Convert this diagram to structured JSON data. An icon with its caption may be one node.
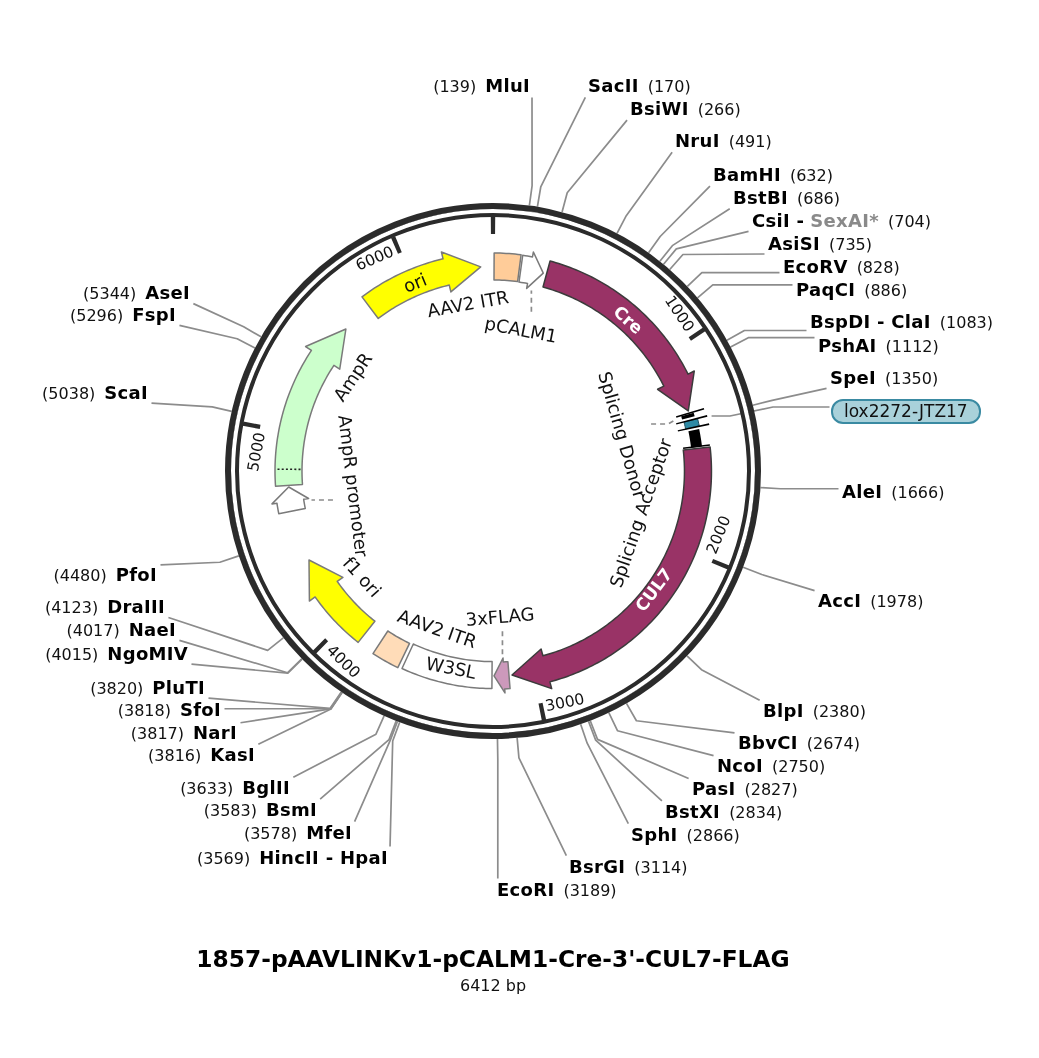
{
  "diagram": {
    "title": "1857-pAAVLINKv1-pCALM1-Cre-3'-CUL7-FLAG",
    "nodes": [
      {
        "text": [],
        "shape": "circle"
      },
      {
        "text": [],
        "shape": "box",
        "in": 0,
        "beside": [
          "AAV2 ITR"
        ]
      },
      {
        "text": [],
        "shape": "arrow",
        "in": 0
      },
      {
        "text": [
          "pCALM1"
        ],
        "in": 0
      },
      {
        "text": [
          "Cre"
        ],
        "in": 0
      },
      {
        "text": [],
        "shape": "bar",
        "in": 0
      },
      {
        "text": [
          "Splicing Donor"
        ],
        "in": 0
      },
      {
        "text": [],
        "shape": "bar",
        "in": 0
      },
      {
        "text": [
          "lox2272-JTZ17"
        ]
      },
      {
        "text": [],
        "shape": "bar",
        "in": 0
      },
      {
        "text": [
          "CUL7"
        ],
        "in": 0
      },
      {
        "text": [],
        "shape": "arrow",
        "in": 0
      },
      {
        "text": [
          "3xFLAG"
        ],
        "in": 0
      },
      {
        "text": [
          "W3SL"
        ],
        "in": 0
      },
      {
        "text": [],
        "shape": "box",
        "in": 0,
        "beside": [
          "AAV2 ITR"
        ]
      },
      {
        "text": [],
        "shape": "arrow",
        "in": 0,
        "beside": [
          "f1 ori"
        ]
      },
      {
        "text": [],
        "shape": "arrow",
        "in": 0
      },
      {
        "text": [
          "AmpR promoter"
        ],
        "in": 0
      },
      {
        "text": [],
        "shape": "arrow",
        "in": 0,
        "beside": [
          "AmpR"
        ]
      },
      {
        "text": [
          "ori"
        ],
        "in": 0
      },
      {
        "text": [
          "(139)",
          "MluI"
        ]
      },
      {
        "text": [
          "SacII",
          "(170)"
        ]
      },
      {
        "text": [
          "BsiWI",
          "(266)"
        ]
      },
      {
        "text": [
          "NruI",
          "(491)"
        ]
      },
      {
        "text": [
          "BamHI",
          "(632)"
        ]
      },
      {
        "text": [
          "BstBI",
          "(686)"
        ]
      },
      {
        "text": [
          "CsiI -",
          "SexAI*",
          "(704)"
        ]
      },
      {
        "text": [
          "AsiSI",
          "(735)"
        ]
      },
      {
        "text": [
          "EcoRV",
          "(828)"
        ]
      },
      {
        "text": [
          "PaqCI",
          "(886)"
        ]
      },
      {
        "text": [
          "BspDI - ClaI",
          "(1083)"
        ]
      },
      {
        "text": [
          "PshAI",
          "(1112)"
        ]
      },
      {
        "text": [
          "SpeI",
          "(1350)"
        ]
      },
      {
        "text": [
          "AleI",
          "(1666)"
        ]
      },
      {
        "text": [
          "AccI",
          "(1978)"
        ]
      },
      {
        "text": [
          "BlpI",
          "(2380)"
        ]
      },
      {
        "text": [
          "BbvCI",
          "(2674)"
        ]
      },
      {
        "text": [
          "NcoI",
          "(2750)"
        ]
      },
      {
        "text": [
          "PasI",
          "(2827)"
        ]
      },
      {
        "text": [
          "BstXI",
          "(2834)"
        ]
      },
      {
        "text": [
          "SphI",
          "(2866)"
        ]
      },
      {
        "text": [
          "BsrGI",
          "(3114)"
        ]
      },
      {
        "text": [
          "EcoRI",
          "(3189)"
        ]
      },
      {
        "text": [
          "(3569)",
          "HincII - HpaI"
        ]
      },
      {
        "text": [
          "(3578)",
          "MfeI"
        ]
      },
      {
        "text": [
          "(3583)",
          "BsmI"
        ]
      },
      {
        "text": [
          "(3633)",
          "BglII"
        ]
      },
      {
        "text": [
          "(3816)",
          "KasI"
        ]
      },
      {
        "text": [
          "(3817)",
          "NarI"
        ]
      },
      {
        "text": [
          "(3818)",
          "SfoI"
        ]
      },
      {
        "text": [
          "(3820)",
          "PluTI"
        ]
      },
      {
        "text": [
          "(4015)",
          "NgoMIV"
        ]
      },
      {
        "text": [
          "(4017)",
          "NaeI"
        ]
      },
      {
        "text": [
          "(4123)",
          "DraIII"
        ]
      },
      {
        "text": [
          "(4480)",
          "PfoI"
        ]
      },
      {
        "text": [
          "(5038)",
          "ScaI"
        ]
      },
      {
        "text": [
          "(5296)",
          "FspI"
        ]
      },
      {
        "text": [
          "(5344)",
          "AseI"
        ]
      }
    ],
    "edges": [
      {
        "from": 3,
        "to": 2,
        "arrow": "none",
        "style": "dashed"
      },
      {
        "from": 6,
        "to": 5,
        "arrow": "none",
        "style": "dashed"
      },
      {
        "from": 8,
        "to": 7,
        "arrow": "none"
      },
      {
        "from": 12,
        "to": 11,
        "arrow": "none",
        "style": "dashed"
      },
      {
        "from": 17,
        "to": 16,
        "arrow": "none",
        "style": "dashed"
      },
      {
        "from": 20,
        "to": 0,
        "arrow": "none"
      },
      {
        "from": 21,
        "to": 0,
        "arrow": "none"
      },
      {
        "from": 22,
        "to": 0,
        "arrow": "none"
      },
      {
        "from": 23,
        "to": 0,
        "arrow": "none"
      },
      {
        "from": 24,
        "to": 0,
        "arrow": "none"
      },
      {
        "from": 25,
        "to": 0,
        "arrow": "none"
      },
      {
        "from": 26,
        "to": 0,
        "arrow": "none"
      },
      {
        "from": 27,
        "to": 0,
        "arrow": "none"
      },
      {
        "from": 28,
        "to": 0,
        "arrow": "none"
      },
      {
        "from": 29,
        "to": 0,
        "arrow": "none"
      },
      {
        "from": 30,
        "to": 0,
        "arrow": "none"
      },
      {
        "from": 31,
        "to": 0,
        "arrow": "none"
      },
      {
        "from": 32,
        "to": 0,
        "arrow": "none"
      },
      {
        "from": 33,
        "to": 0,
        "arrow": "none"
      },
      {
        "from": 34,
        "to": 0,
        "arrow": "none"
      },
      {
        "from": 35,
        "to": 0,
        "arrow": "none"
      },
      {
        "from": 36,
        "to": 0,
        "arrow": "none"
      },
      {
        "from": 37,
        "to": 0,
        "arrow": "none"
      },
      {
        "from": 38,
        "to": 0,
        "arrow": "none"
      },
      {
        "from": 39,
        "to": 0,
        "arrow": "none"
      },
      {
        "from": 40,
        "to": 0,
        "arrow": "none"
      },
      {
        "from": 41,
        "to": 0,
        "arrow": "none"
      },
      {
        "from": 42,
        "to": 0,
        "arrow": "none"
      },
      {
        "from": 43,
        "to": 0,
        "arrow": "none"
      },
      {
        "from": 44,
        "to": 0,
        "arrow": "none"
      },
      {
        "from": 45,
        "to": 0,
        "arrow": "none"
      },
      {
        "from": 46,
        "to": 0,
        "arrow": "none"
      },
      {
        "from": 47,
        "to": 0,
        "arrow": "none"
      },
      {
        "from": 48,
        "to": 0,
        "arrow": "none"
      },
      {
        "from": 49,
        "to": 0,
        "arrow": "none"
      },
      {
        "from": 50,
        "to": 0,
        "arrow": "none"
      },
      {
        "from": 51,
        "to": 0,
        "arrow": "none"
      },
      {
        "from": 52,
        "to": 0,
        "arrow": "none"
      },
      {
        "from": 53,
        "to": 0,
        "arrow": "none"
      },
      {
        "from": 54,
        "to": 0,
        "arrow": "none"
      },
      {
        "from": 55,
        "to": 0,
        "arrow": "none"
      },
      {
        "from": 56,
        "to": 0,
        "arrow": "none"
      },
      {
        "from": 57,
        "to": 0,
        "arrow": "none"
      }
    ],
    "labels": [
      "1000",
      "2000",
      "3000",
      "4000",
      "5000",
      "6000",
      "Splicing Acceptor",
      "6412 bp"
    ]
  }
}
